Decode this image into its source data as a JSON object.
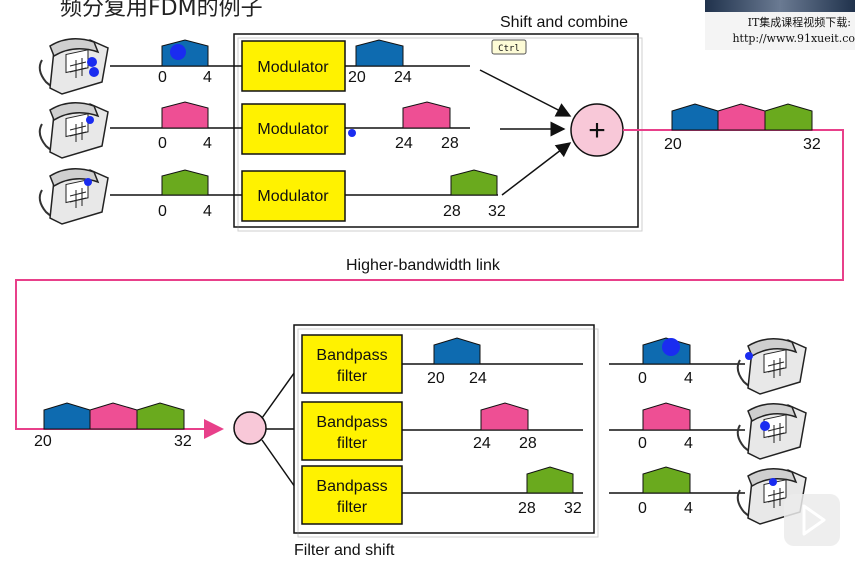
{
  "heading": "频分复用FDM的例子",
  "watermark": {
    "line1": "IT集成课程视频下载:",
    "line2": "http://www.91xueit.co"
  },
  "top": {
    "title": "Shift and combine",
    "link_label": "Higher-bandwidth link",
    "inputs": [
      {
        "lo": "0",
        "hi": "4",
        "color": "#0e6bb0"
      },
      {
        "lo": "0",
        "hi": "4",
        "color": "#ee4f94"
      },
      {
        "lo": "0",
        "hi": "4",
        "color": "#6aaa1e"
      }
    ],
    "modulator_label": "Modulator",
    "shifted": [
      {
        "lo": "20",
        "hi": "24"
      },
      {
        "lo": "24",
        "hi": "28"
      },
      {
        "lo": "28",
        "hi": "32"
      }
    ],
    "combined": {
      "lo": "20",
      "hi": "32"
    },
    "tooltip": "Ctrl"
  },
  "bottom": {
    "title": "Filter and shift",
    "combined": {
      "lo": "20",
      "hi": "32"
    },
    "filter_line1": "Bandpass",
    "filter_line2": "filter",
    "filtered": [
      {
        "lo": "20",
        "hi": "24"
      },
      {
        "lo": "24",
        "hi": "28"
      },
      {
        "lo": "28",
        "hi": "32"
      }
    ],
    "outputs": [
      {
        "lo": "0",
        "hi": "4"
      },
      {
        "lo": "0",
        "hi": "4"
      },
      {
        "lo": "0",
        "hi": "4"
      }
    ]
  },
  "colors": {
    "blue": "#0e6bb0",
    "pink": "#ee4f94",
    "green": "#6aaa1e",
    "box": "#fff200",
    "link": "#e8408a",
    "adder": "#f8c8d8"
  }
}
